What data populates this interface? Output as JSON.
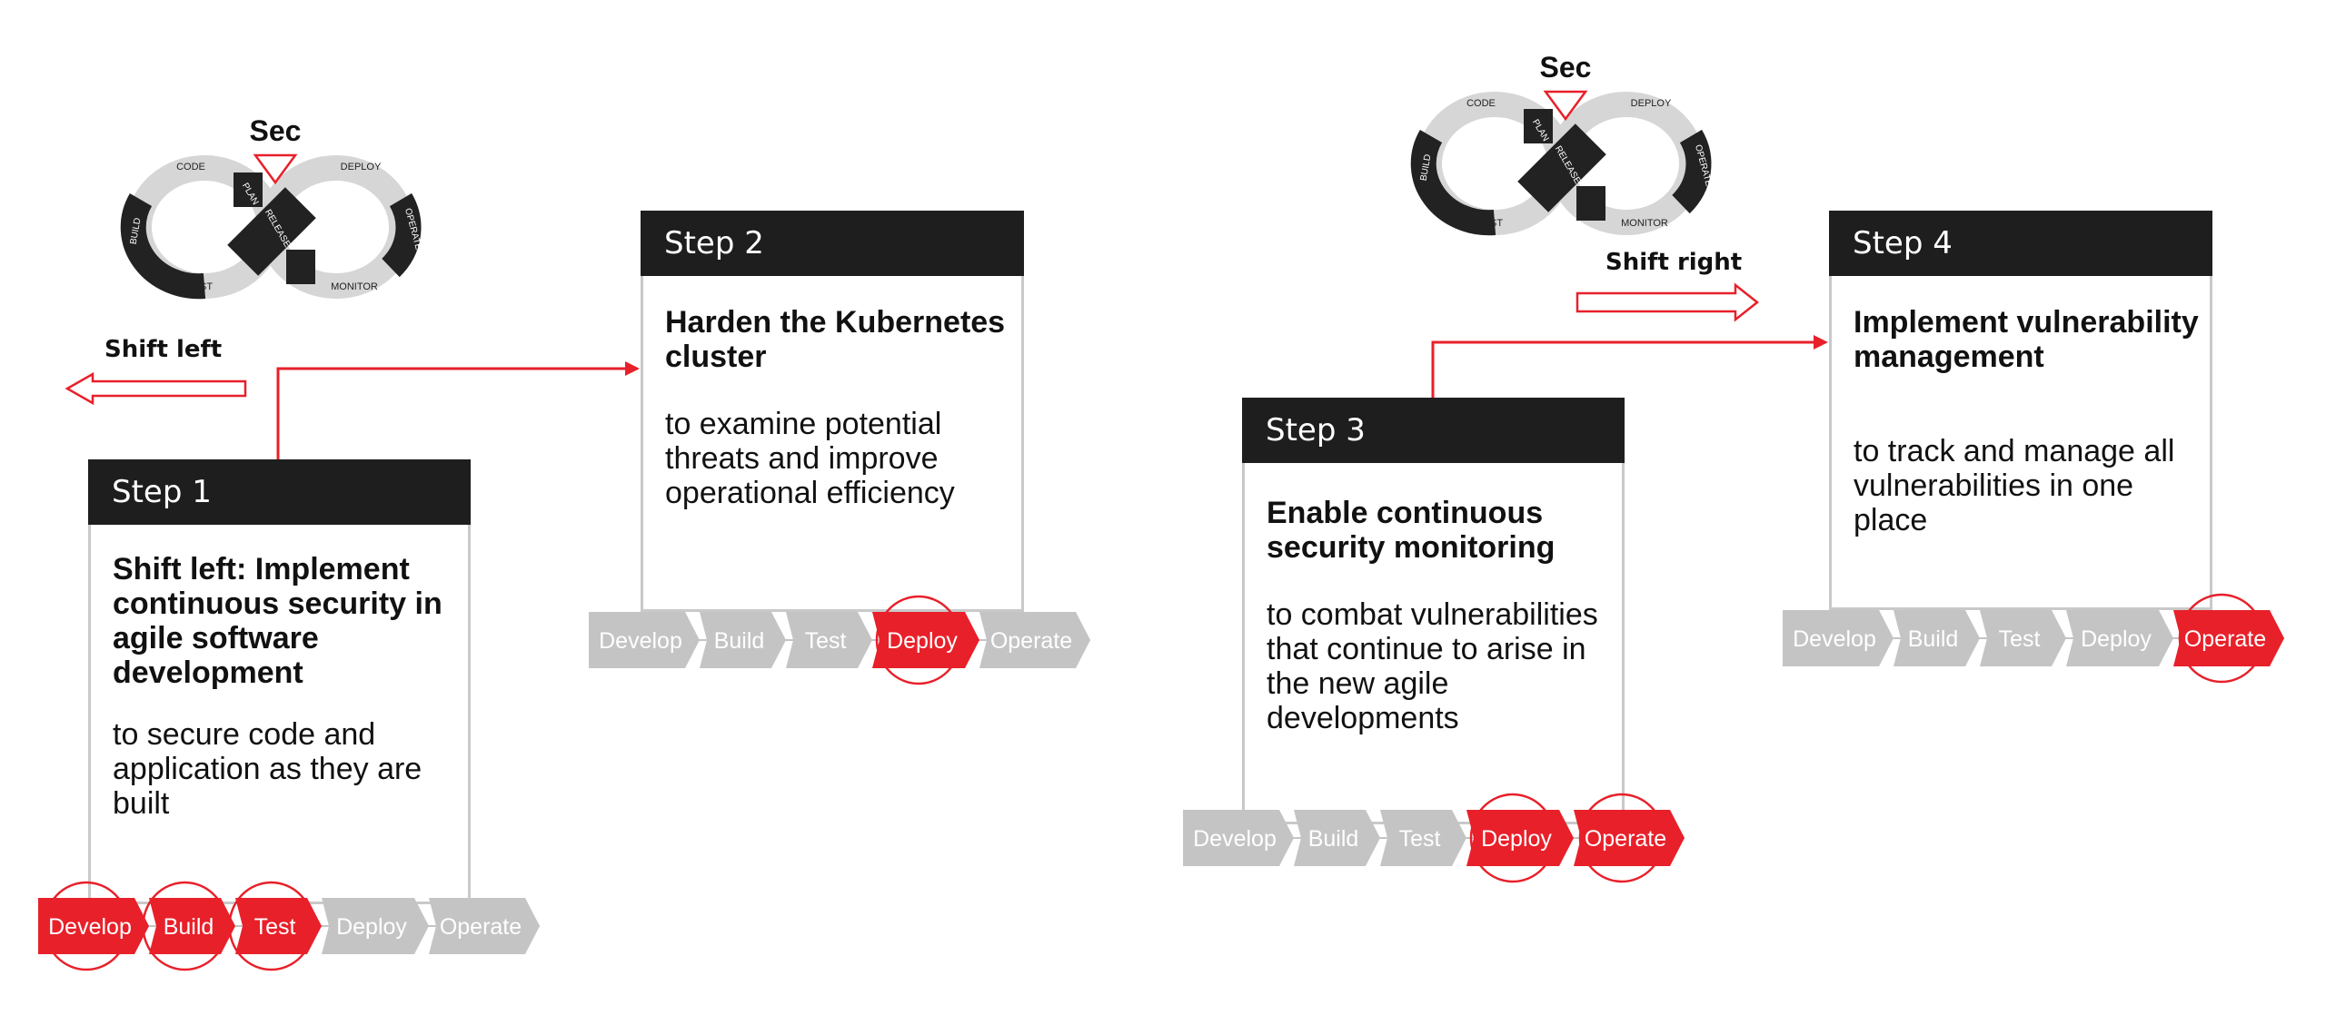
{
  "logo": {
    "sec": "Sec",
    "phases": [
      "CODE",
      "PLAN",
      "RELEASE",
      "DEPLOY",
      "OPERATE",
      "MONITOR",
      "TEST",
      "BUILD"
    ]
  },
  "shifts": {
    "left": "Shift left",
    "right": "Shift right"
  },
  "steps": [
    {
      "header": "Step 1",
      "title": "Shift left: Implement continuous security in agile software development",
      "desc": "to secure code and application as they are built"
    },
    {
      "header": "Step 2",
      "title": "Harden the Kubernetes cluster",
      "desc": "to examine potential threats and improve operational efficiency"
    },
    {
      "header": "Step 3",
      "title": "Enable continuous security monitoring",
      "desc": "to combat vulnerabilities that continue to arise in the new agile developments"
    },
    {
      "header": "Step 4",
      "title": "Implement vulnerability management",
      "desc": "to track and manage all  vulnerabilities in one place"
    }
  ],
  "pipeline_labels": [
    "Develop",
    "Build",
    "Test",
    "Deploy",
    "Operate"
  ],
  "pipelines": [
    {
      "active": [
        "Develop",
        "Build",
        "Test"
      ]
    },
    {
      "active": [
        "Deploy"
      ]
    },
    {
      "active": [
        "Deploy",
        "Operate"
      ]
    },
    {
      "active": [
        "Operate"
      ]
    }
  ],
  "colors": {
    "accent": "#e8202a",
    "inactive": "#c4c4c4",
    "header": "#1e1e1e",
    "border": "#c9c9c9"
  }
}
